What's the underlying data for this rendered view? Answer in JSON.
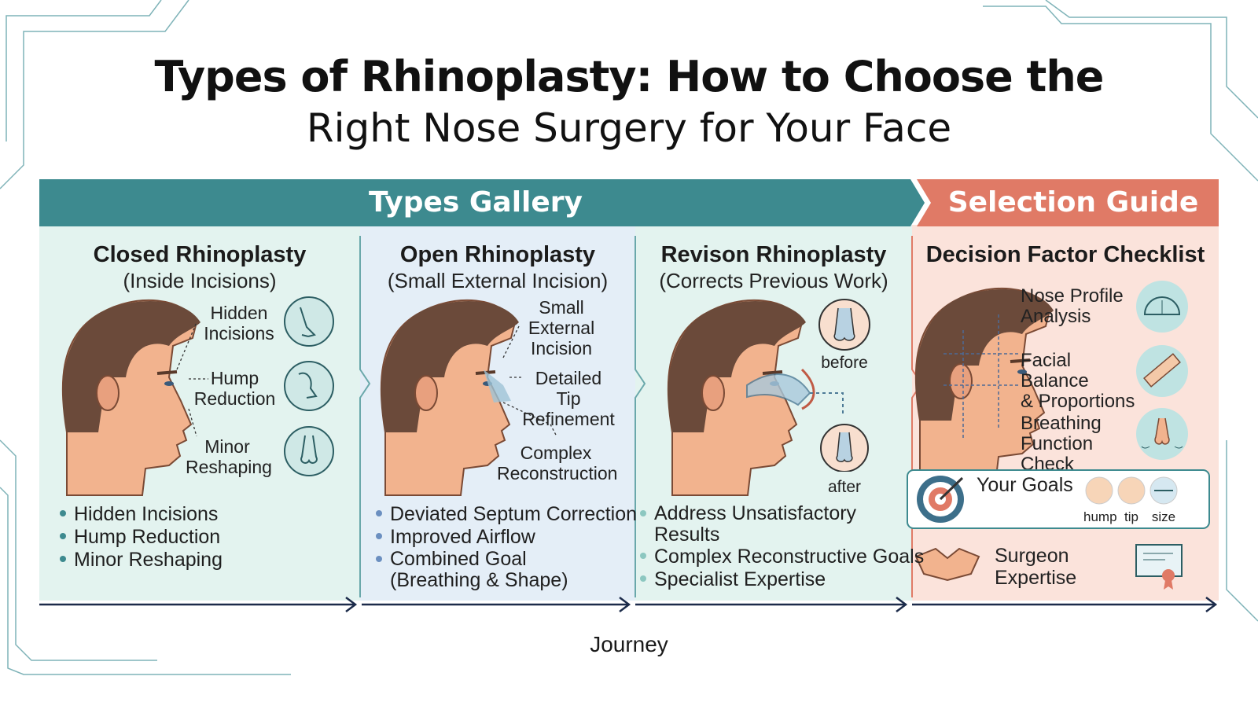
{
  "title": {
    "line1": "Types of Rhinoplasty: How to Choose the",
    "line2": "Right Nose Surgery for Your Face"
  },
  "banners": {
    "types_gallery": "Types Gallery",
    "selection_guide": "Selection Guide"
  },
  "closed": {
    "title": "Closed Rhinoplasty",
    "subtitle": "(Inside Incisions)",
    "labels": [
      "Hidden\nIncisions",
      "Hump\nReduction",
      "Minor\nReshaping"
    ],
    "bullets": [
      "Hidden Incisions",
      "Hump Reduction",
      "Minor Reshaping"
    ]
  },
  "open": {
    "title": "Open Rhinoplasty",
    "subtitle": "(Small External Incision)",
    "labels": [
      "Small\nExternal\nIncision",
      "Detailed Tip\nRefinement",
      "Complex\nReconstruction"
    ],
    "bullets": [
      "Deviated Septum Correction",
      "Improved Airflow",
      "Combined Goal\n(Breathing & Shape)"
    ]
  },
  "revision": {
    "title": "Revison Rhinoplasty",
    "subtitle": "(Corrects Previous Work)",
    "before": "before",
    "after": "after",
    "bullets": [
      "Address Unsatisfactory\nResults",
      "Complex Reconstructive Goals",
      "Specialist Expertise"
    ]
  },
  "checklist": {
    "title": "Decision Factor Checklist",
    "items": [
      "Nose Profile\nAnalysis",
      "Facial Balance\n& Proportions",
      "Breathing\nFunction Check"
    ],
    "goals_title": "Your Goals",
    "goals_options": [
      "hump",
      "tip",
      "size"
    ],
    "surgeon": "Surgeon\nExpertise"
  },
  "journey": "Journey",
  "colors": {
    "teal": "#3d8a8f",
    "coral": "#e07a66",
    "mint_bg": "#e3f3ef",
    "blue_bg": "#e4eef7",
    "peach_bg": "#fbe3db",
    "navy": "#1c2b4a"
  },
  "icons": [
    "nose-side-icon",
    "nose-hump-icon",
    "nose-front-icon",
    "protractor-icon",
    "ruler-icon",
    "nose-breath-icon",
    "target-icon",
    "handshake-icon",
    "certificate-icon"
  ]
}
